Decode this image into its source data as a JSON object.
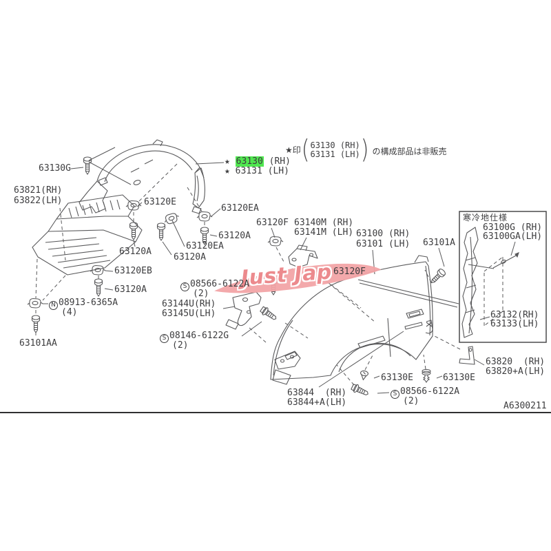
{
  "diagram": {
    "drawing_number": "A6300211",
    "cold_spec_box_title": "寒冷地仕様",
    "note": {
      "prefix": "★印",
      "open": "(",
      "rh": "63130 (RH)",
      "lh": "63131 (LH)",
      "close": ")",
      "suffix": "の構成部品は非販売"
    },
    "star_parts": {
      "rh": {
        "star": "★ ",
        "code": "63130",
        "side": " (RH)"
      },
      "lh": {
        "star": "★ ",
        "code": "63131",
        "side": " (LH)"
      }
    },
    "labels": {
      "p63130G": "63130G",
      "p63821": "63821(RH)",
      "p63822": "63822(LH)",
      "p63120E": "63120E",
      "p63120EA": "63120EA",
      "p63120A": "63120A",
      "p63120EB": "63120EB",
      "p63120F": "63120F",
      "p63140M": "63140M (RH)",
      "p63141M": "63141M (LH)",
      "p63100": "63100 (RH)",
      "p63101": "63101 (LH)",
      "p63101A": "63101A",
      "p63101AA": "63101AA",
      "p63144U": "63144U(RH)",
      "p63145U": "63145U(LH)",
      "p63844": "63844  (RH)",
      "p63844A": "63844+A(LH)",
      "p63130E": "63130E",
      "p63820": "63820  (RH)",
      "p63820A": "63820+A(LH)",
      "p63100G": "63100G (RH)",
      "p63100GA": "63100GA(LH)",
      "p63132": "63132(RH)",
      "p63133": "63133(LH)"
    },
    "fasteners": {
      "n08913": {
        "sym": "N",
        "num": "08913-6365A",
        "qty": "(4)"
      },
      "s08566": {
        "sym": "S",
        "num": "08566-6122A",
        "qty": "(2)"
      },
      "s08146": {
        "sym": "S",
        "num": "08146-6122G",
        "qty": "(2)"
      }
    },
    "colors": {
      "highlight_green": "#50e750",
      "line_gray": "#58585a"
    }
  },
  "watermark": {
    "text": "Just Jap",
    "pink": "#ec8a8d"
  }
}
